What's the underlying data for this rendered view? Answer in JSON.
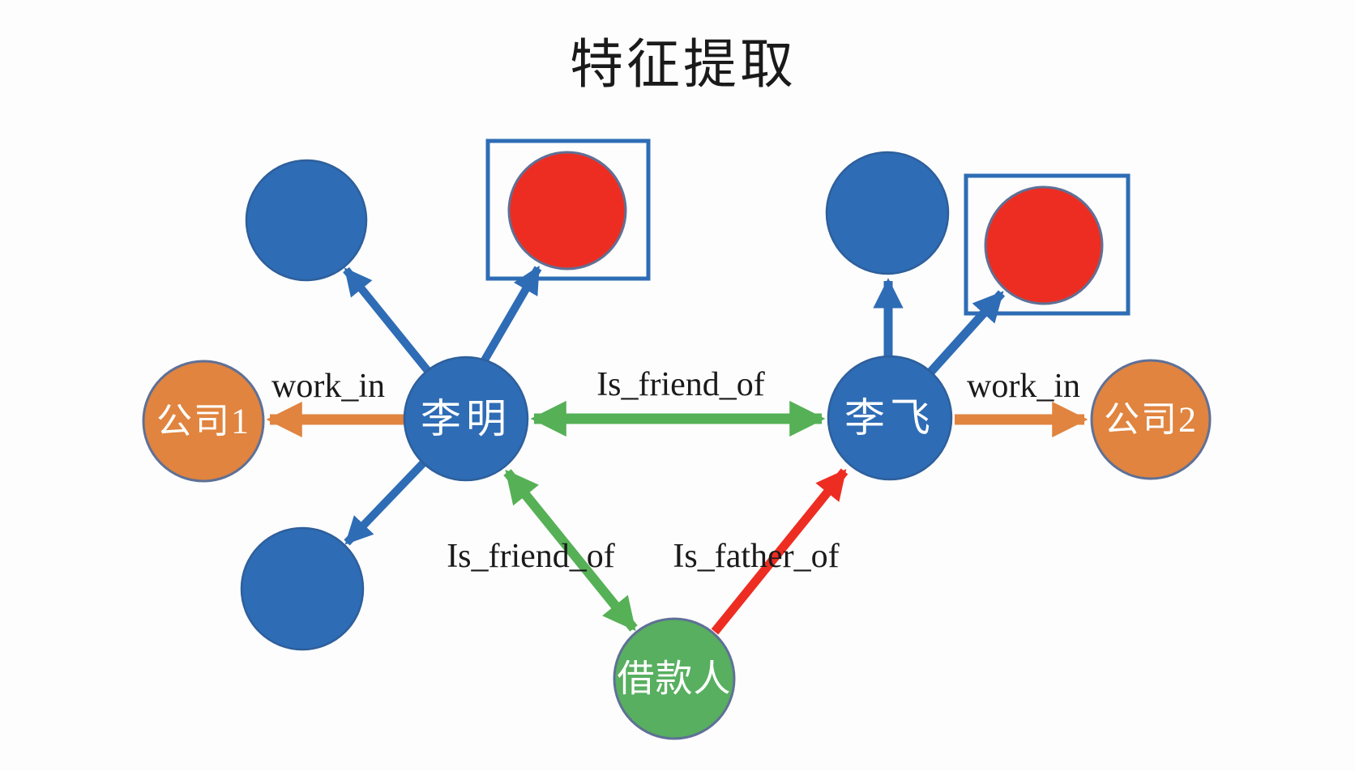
{
  "title": "特征提取",
  "nodes": {
    "liming": "李明",
    "lifei": "李飞",
    "company1": "公司1",
    "company2": "公司2",
    "borrower": "借款人"
  },
  "edge_labels": {
    "work_in_left": "work_in",
    "work_in_right": "work_in",
    "is_friend_of_top": "Is_friend_of",
    "is_friend_of_bottom": "Is_friend_of",
    "is_father_of": "Is_father_of"
  },
  "palette": {
    "node_blue": "#2e6cb5",
    "node_blue_stroke": "#2e5f9b",
    "node_orange": "#e0843f",
    "node_green": "#57af5f",
    "node_red": "#ee2d22",
    "node_outline_slate": "#5f7096",
    "highlight_box_stroke": "#2e6db5",
    "edge_blue": "#2e6cb5",
    "edge_orange": "#e0843f",
    "edge_green": "#56b056",
    "edge_red": "#ee2d22",
    "label_text": "#1a1a1a",
    "background": "#fdfdfd"
  }
}
